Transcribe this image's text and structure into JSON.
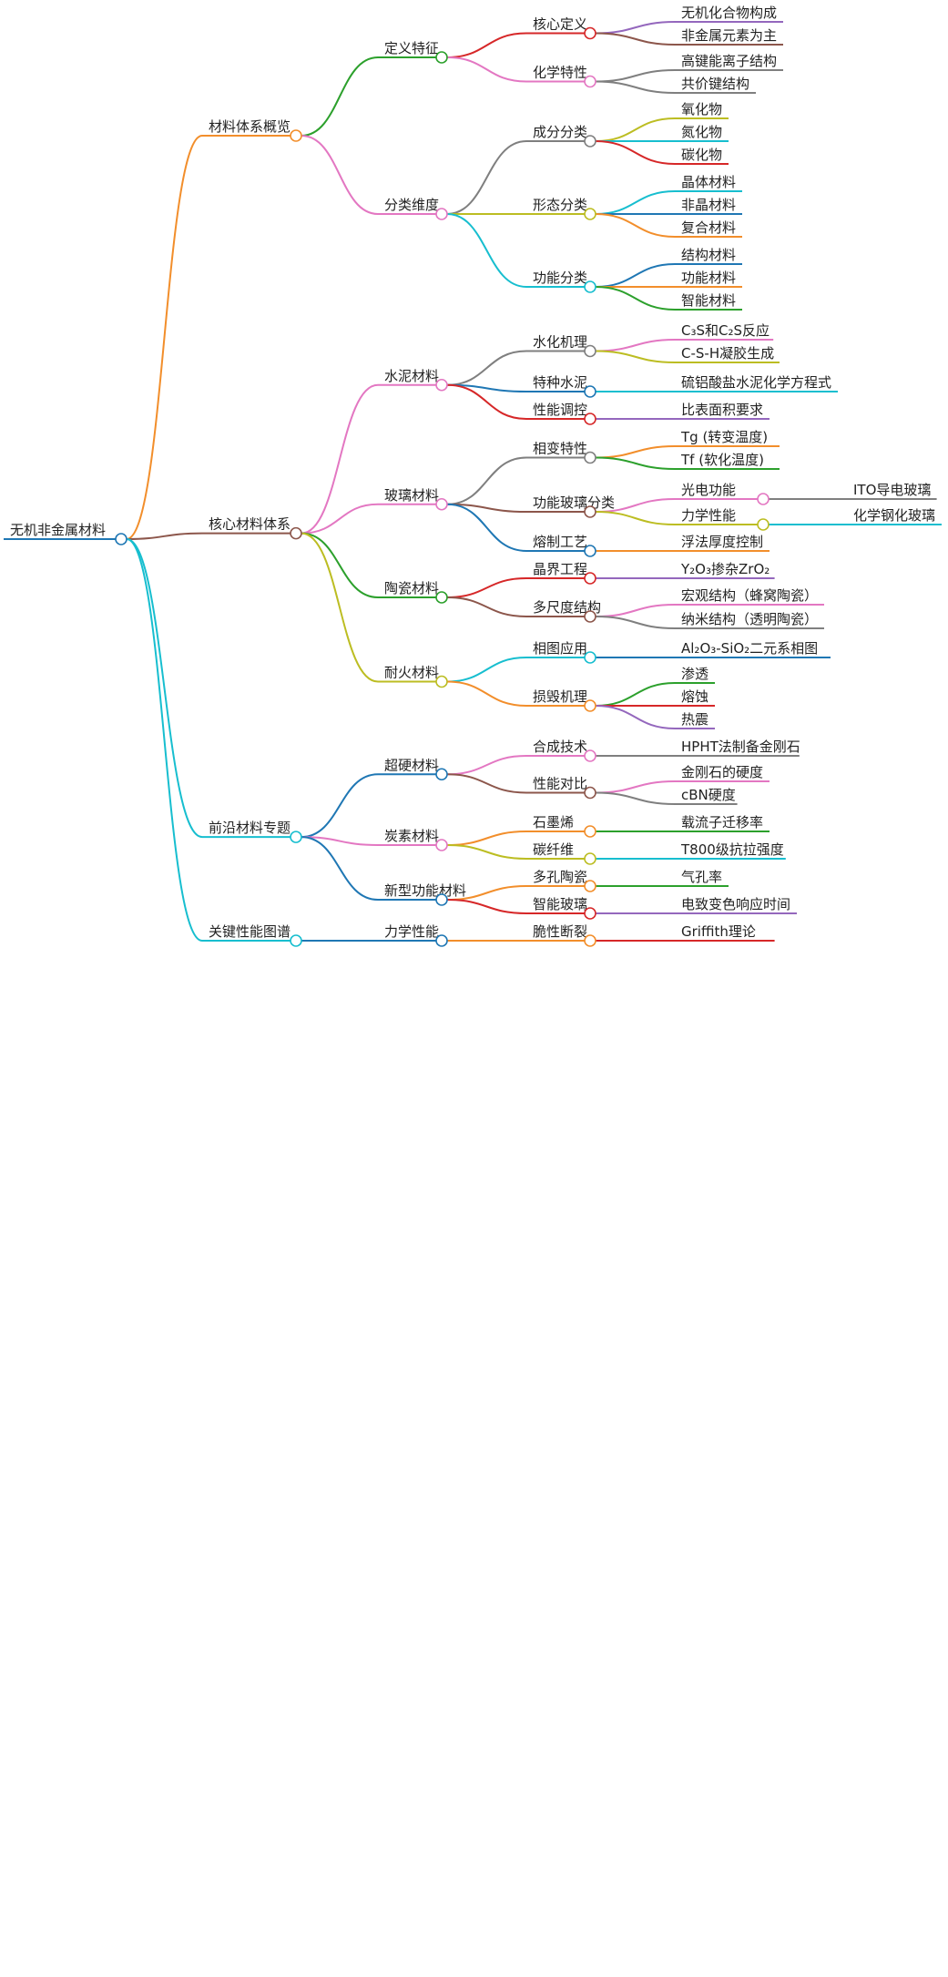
{
  "palette": {
    "orange": "#f28e2b",
    "purple": "#9467bd",
    "brown": "#8c564b",
    "gray": "#7f7f7f",
    "green": "#2ca02c",
    "pink": "#e377c2",
    "olive": "#bcbd22",
    "cyan": "#17becf",
    "blue": "#1f77b4",
    "red": "#d62728",
    "root": "#1f77b4"
  },
  "mindmap": {
    "root": "无机非金属材料",
    "children": [
      {
        "label": "材料体系概览",
        "color": "orange",
        "children": [
          {
            "label": "定义特征",
            "color": "green",
            "children": [
              {
                "label": "核心定义",
                "color": "red",
                "children": [
                  {
                    "label": "无机化合物构成",
                    "color": "purple"
                  },
                  {
                    "label": "非金属元素为主",
                    "color": "brown"
                  }
                ]
              },
              {
                "label": "化学特性",
                "color": "pink",
                "children": [
                  {
                    "label": "高键能离子结构",
                    "color": "gray"
                  },
                  {
                    "label": "共价键结构",
                    "color": "gray"
                  }
                ]
              }
            ]
          },
          {
            "label": "分类维度",
            "color": "pink",
            "children": [
              {
                "label": "成分分类",
                "color": "gray",
                "children": [
                  {
                    "label": "氧化物",
                    "color": "olive"
                  },
                  {
                    "label": "氮化物",
                    "color": "cyan"
                  },
                  {
                    "label": "碳化物",
                    "color": "red"
                  }
                ]
              },
              {
                "label": "形态分类",
                "color": "olive",
                "children": [
                  {
                    "label": "晶体材料",
                    "color": "cyan"
                  },
                  {
                    "label": "非晶材料",
                    "color": "blue"
                  },
                  {
                    "label": "复合材料",
                    "color": "orange"
                  }
                ]
              },
              {
                "label": "功能分类",
                "color": "cyan",
                "children": [
                  {
                    "label": "结构材料",
                    "color": "blue"
                  },
                  {
                    "label": "功能材料",
                    "color": "orange"
                  },
                  {
                    "label": "智能材料",
                    "color": "green"
                  }
                ]
              }
            ]
          }
        ]
      },
      {
        "label": "核心材料体系",
        "color": "brown",
        "children": [
          {
            "label": "水泥材料",
            "color": "pink",
            "children": [
              {
                "label": "水化机理",
                "color": "gray",
                "children": [
                  {
                    "label": "C₃S和C₂S反应",
                    "color": "pink"
                  },
                  {
                    "label": "C-S-H凝胶生成",
                    "color": "olive"
                  }
                ]
              },
              {
                "label": "特种水泥",
                "color": "blue",
                "children": [
                  {
                    "label": "硫铝酸盐水泥化学方程式",
                    "color": "cyan"
                  }
                ]
              },
              {
                "label": "性能调控",
                "color": "red",
                "children": [
                  {
                    "label": "比表面积要求",
                    "color": "purple"
                  }
                ]
              }
            ]
          },
          {
            "label": "玻璃材料",
            "color": "pink",
            "children": [
              {
                "label": "相变特性",
                "color": "gray",
                "children": [
                  {
                    "label": "Tg (转变温度)",
                    "color": "orange"
                  },
                  {
                    "label": "Tf (软化温度)",
                    "color": "green"
                  }
                ]
              },
              {
                "label": "功能玻璃分类",
                "color": "brown",
                "children": [
                  {
                    "label": "光电功能",
                    "color": "pink",
                    "children": [
                      {
                        "label": "ITO导电玻璃",
                        "color": "gray"
                      }
                    ]
                  },
                  {
                    "label": "力学性能",
                    "color": "olive",
                    "children": [
                      {
                        "label": "化学钢化玻璃",
                        "color": "cyan"
                      }
                    ]
                  }
                ]
              },
              {
                "label": "熔制工艺",
                "color": "blue",
                "children": [
                  {
                    "label": "浮法厚度控制",
                    "color": "orange"
                  }
                ]
              }
            ]
          },
          {
            "label": "陶瓷材料",
            "color": "green",
            "children": [
              {
                "label": "晶界工程",
                "color": "red",
                "children": [
                  {
                    "label": "Y₂O₃掺杂ZrO₂",
                    "color": "purple"
                  }
                ]
              },
              {
                "label": "多尺度结构",
                "color": "brown",
                "children": [
                  {
                    "label": "宏观结构（蜂窝陶瓷）",
                    "color": "pink"
                  },
                  {
                    "label": "纳米结构（透明陶瓷）",
                    "color": "gray"
                  }
                ]
              }
            ]
          },
          {
            "label": "耐火材料",
            "color": "olive",
            "children": [
              {
                "label": "相图应用",
                "color": "cyan",
                "children": [
                  {
                    "label": "Al₂O₃-SiO₂二元系相图",
                    "color": "blue"
                  }
                ]
              },
              {
                "label": "损毁机理",
                "color": "orange",
                "children": [
                  {
                    "label": "渗透",
                    "color": "green"
                  },
                  {
                    "label": "熔蚀",
                    "color": "red"
                  },
                  {
                    "label": "热震",
                    "color": "purple"
                  }
                ]
              }
            ]
          }
        ]
      },
      {
        "label": "前沿材料专题",
        "color": "cyan",
        "children": [
          {
            "label": "超硬材料",
            "color": "blue",
            "children": [
              {
                "label": "合成技术",
                "color": "pink",
                "children": [
                  {
                    "label": "HPHT法制备金刚石",
                    "color": "gray"
                  }
                ]
              },
              {
                "label": "性能对比",
                "color": "brown",
                "children": [
                  {
                    "label": "金刚石的硬度",
                    "color": "pink"
                  },
                  {
                    "label": "cBN硬度",
                    "color": "gray"
                  }
                ]
              }
            ]
          },
          {
            "label": "炭素材料",
            "color": "pink",
            "children": [
              {
                "label": "石墨烯",
                "color": "orange",
                "children": [
                  {
                    "label": "载流子迁移率",
                    "color": "green"
                  }
                ]
              },
              {
                "label": "碳纤维",
                "color": "olive",
                "children": [
                  {
                    "label": "T800级抗拉强度",
                    "color": "cyan"
                  }
                ]
              }
            ]
          },
          {
            "label": "新型功能材料",
            "color": "blue",
            "children": [
              {
                "label": "多孔陶瓷",
                "color": "orange",
                "children": [
                  {
                    "label": "气孔率",
                    "color": "green"
                  }
                ]
              },
              {
                "label": "智能玻璃",
                "color": "red",
                "children": [
                  {
                    "label": "电致变色响应时间",
                    "color": "purple"
                  }
                ]
              }
            ]
          }
        ]
      },
      {
        "label": "关键性能图谱",
        "color": "cyan",
        "children": [
          {
            "label": "力学性能",
            "color": "blue",
            "children": [
              {
                "label": "脆性断裂",
                "color": "orange",
                "children": [
                  {
                    "label": "Griffith理论",
                    "color": "red"
                  }
                ]
              }
            ]
          }
        ]
      }
    ]
  }
}
